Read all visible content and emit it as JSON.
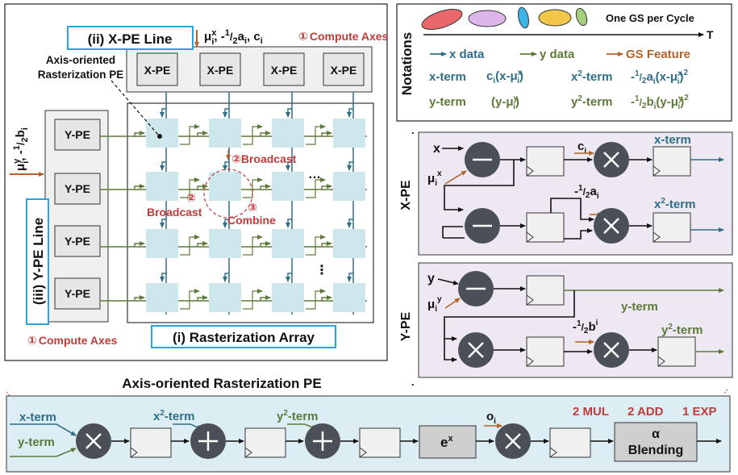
{
  "colors": {
    "teal": "#2e6e87",
    "olive": "#5e7a3b",
    "brown": "#b0632b",
    "red": "#c23a3a",
    "mint": "#cde7ec",
    "panel_gray": "#f0f0f0",
    "panel_purple": "#ede8f1",
    "circle_dark": "#4b4f57",
    "blue_frame": "#29a6d8"
  },
  "left": {
    "xpe_line_label": "(ii) X-PE Line",
    "ype_line_label": "(iii) Y-PE Line",
    "array_label": "(i) Rasterization Array",
    "xpe_cell_label": "X-PE",
    "ype_cell_label": "Y-PE",
    "pe_callout_1": "Axis-oriented",
    "pe_callout_2": "Rasterization PE",
    "top_input_mu": "μ",
    "top_input_sup": "x",
    "top_input_sub": "i",
    "top_input_mid": ", -",
    "top_input_frac_num": "1",
    "top_input_frac_den": "2",
    "top_input_a": "a",
    "top_input_a_sub": "i",
    "top_input_c": ", c",
    "top_input_c_sub": "i",
    "compute_axes_num": "①",
    "compute_axes": "Compute Axes",
    "side_input_mu": "μ",
    "side_input_sup": "y",
    "side_input_sub": "i",
    "side_input_rest": ", -",
    "side_frac_num": "1",
    "side_frac_den": "2",
    "side_b": "b",
    "side_b_sub": "i",
    "broadcast_top_num": "②",
    "broadcast_top": "Broadcast",
    "broadcast_left_num": "②",
    "broadcast_left": "Broadcast",
    "combine_num": "③",
    "combine": "Combine",
    "ellipsis": "…",
    "vellipsis": "⋮"
  },
  "notations": {
    "title": "Notations",
    "one_gs": "One GS per Cycle",
    "time_axis": "T",
    "x_data": "x data",
    "y_data": "y data",
    "gs_feature": "GS Feature",
    "x_term_label": "x-term",
    "x_term_expr_c": "c",
    "x_term_expr_sub": "i",
    "x_term_expr_rest": "(x-μ",
    "x_term_expr_sup": "x",
    "x_term_expr_sub2": "i",
    "x_term_expr_close": ")",
    "x2_term_label": "x",
    "x2_sup": "2",
    "x2_term_suffix": "-term",
    "x2_expr": "-",
    "x2_expr_num": "1",
    "x2_expr_den": "2",
    "x2_expr_a": "a",
    "x2_expr_a_sub": "i",
    "x2_expr_rest": "(x-μ",
    "x2_expr_sup": "x",
    "x2_expr_sub": "i",
    "x2_expr_close": ")",
    "x2_expr_pow": "2",
    "y_term_label": "y-term",
    "y_term_expr": "(y-μ",
    "y_term_sup": "y",
    "y_term_sub": "i",
    "y_term_close": ")",
    "y2_term_label": "y",
    "y2_sup": "2",
    "y2_term_suffix": "-term",
    "y2_expr": "-",
    "y2_expr_num": "1",
    "y2_expr_den": "2",
    "y2_expr_b": "b",
    "y2_expr_b_sub": "i",
    "y2_expr_rest": "(y-μ",
    "y2_expr_sup": "y",
    "y2_expr_sub": "i",
    "y2_expr_close": ")",
    "y2_expr_pow": "2"
  },
  "xpe": {
    "side_label": "X-PE",
    "in_x": "x",
    "in_mu": "μ",
    "in_mu_sub": "i",
    "in_mu_sup": "x",
    "c_label": "c",
    "c_sub": "i",
    "a_label": "-",
    "a_num": "1",
    "a_den": "2",
    "a_var": "a",
    "a_sub": "i",
    "out_x_term": "x-term",
    "out_x2": "x",
    "out_x2_sup": "2",
    "out_x2_suffix": "-term"
  },
  "ype": {
    "side_label": "Y-PE",
    "in_y": "y",
    "in_mu": "μ",
    "in_mu_sub": "i",
    "in_mu_sup": "y",
    "b_label": "-",
    "b_num": "1",
    "b_den": "2",
    "b_var": "b",
    "b_sup": "i",
    "out_y_term": "y-term",
    "out_y2": "y",
    "out_y2_sup": "2",
    "out_y2_suffix": "-term"
  },
  "bottom": {
    "title": "Axis-oriented Rasterization PE",
    "in_x_term": "x-term",
    "in_y_term": "y-term",
    "x2_label": "x",
    "x2_sup": "2",
    "x2_suffix": "-term",
    "y2_label": "y",
    "y2_sup": "2",
    "y2_suffix": "-term",
    "exp_box": "e",
    "exp_sup": "x",
    "o_label": "o",
    "o_sub": "i",
    "alpha": "α",
    "blending": "Blending",
    "stat_mul": "2 MUL",
    "stat_add": "2 ADD",
    "stat_exp": "1 EXP"
  }
}
